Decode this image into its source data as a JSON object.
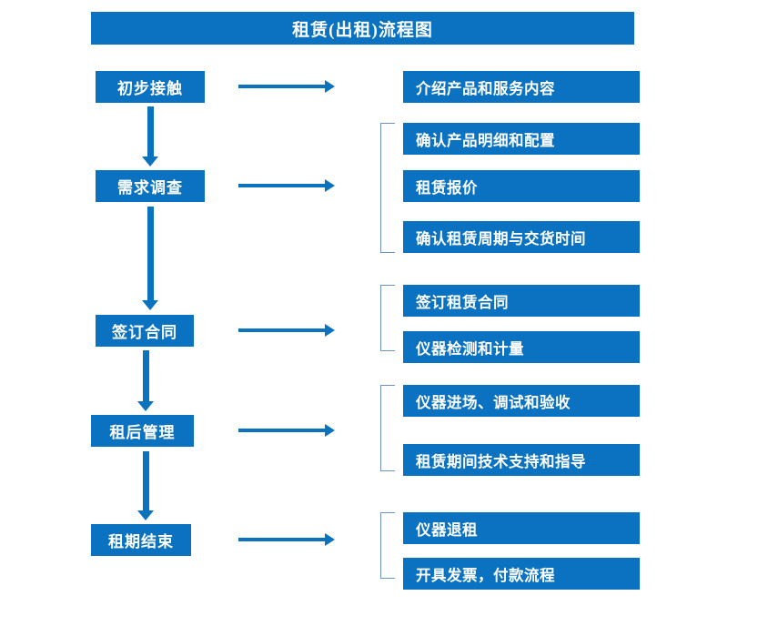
{
  "title": "租赁(出租)流程图",
  "theme": {
    "box_blue": "#0a72c0",
    "arrow_blue": "#0b72bd",
    "bracket_blue": "#6d92c4",
    "text_white": "#ffffff",
    "background": "#ffffff"
  },
  "stages": [
    {
      "label": "初步接触"
    },
    {
      "label": "需求调查"
    },
    {
      "label": "签订合同"
    },
    {
      "label": "租后管理"
    },
    {
      "label": "租期结束"
    }
  ],
  "details": [
    {
      "label": "介绍产品和服务内容"
    },
    {
      "label": "确认产品明细和配置"
    },
    {
      "label": "租赁报价"
    },
    {
      "label": "确认租赁周期与交货时间"
    },
    {
      "label": "签订租赁合同"
    },
    {
      "label": "仪器检测和计量"
    },
    {
      "label": "仪器进场、调试和验收"
    },
    {
      "label": "租赁期间技术支持和指导"
    },
    {
      "label": "仪器退租"
    },
    {
      "label": "开具发票，付款流程"
    }
  ],
  "groups": [
    {
      "name": "requirement-survey-group",
      "items": [
        "确认产品明细和配置",
        "租赁报价",
        "确认租赁周期与交货时间"
      ]
    },
    {
      "name": "contract-group",
      "items": [
        "签订租赁合同",
        "仪器检测和计量"
      ]
    },
    {
      "name": "post-rental-group",
      "items": [
        "仪器进场、调试和验收",
        "租赁期间技术支持和指导"
      ]
    },
    {
      "name": "lease-end-group",
      "items": [
        "仪器退租",
        "开具发票，付款流程"
      ]
    }
  ],
  "flow_sequence": [
    "初步接触",
    "需求调查",
    "签订合同",
    "租后管理",
    "租期结束"
  ],
  "chart_data": {
    "type": "diagram",
    "title": "租赁(出租)流程图",
    "orientation": "vertical",
    "nodes": [
      {
        "stage": "初步接触",
        "details": [
          "介绍产品和服务内容"
        ]
      },
      {
        "stage": "需求调查",
        "details": [
          "确认产品明细和配置",
          "租赁报价",
          "确认租赁周期与交货时间"
        ]
      },
      {
        "stage": "签订合同",
        "details": [
          "签订租赁合同",
          "仪器检测和计量"
        ]
      },
      {
        "stage": "租后管理",
        "details": [
          "仪器进场、调试和验收",
          "租赁期间技术支持和指导"
        ]
      },
      {
        "stage": "租期结束",
        "details": [
          "仪器退租",
          "开具发票，付款流程"
        ]
      }
    ]
  }
}
